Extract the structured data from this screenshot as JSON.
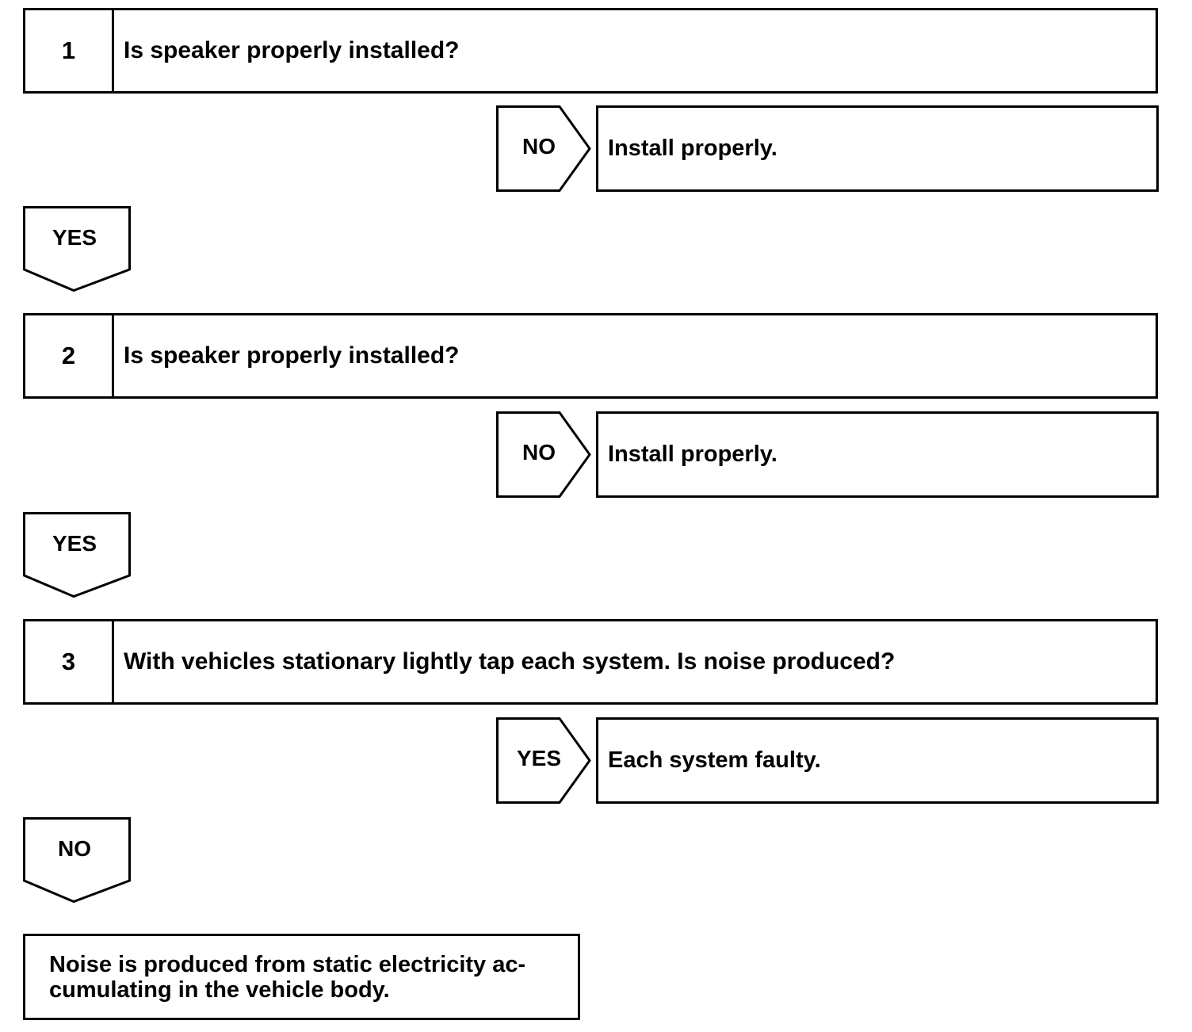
{
  "steps": [
    {
      "number": "1",
      "question": "Is speaker properly installed?"
    },
    {
      "number": "2",
      "question": "Is speaker properly installed?"
    },
    {
      "number": "3",
      "question": "With vehicles stationary lightly tap each system. Is noise produced?"
    }
  ],
  "side_branches": [
    {
      "label": "NO",
      "result": "Install properly."
    },
    {
      "label": "NO",
      "result": "Install properly."
    },
    {
      "label": "YES",
      "result": "Each system faulty."
    }
  ],
  "down_branches": [
    "YES",
    "YES",
    "NO"
  ],
  "final_result": {
    "line1": "Noise is produced from static electricity ac-",
    "line2": "cumulating in the vehicle body."
  }
}
